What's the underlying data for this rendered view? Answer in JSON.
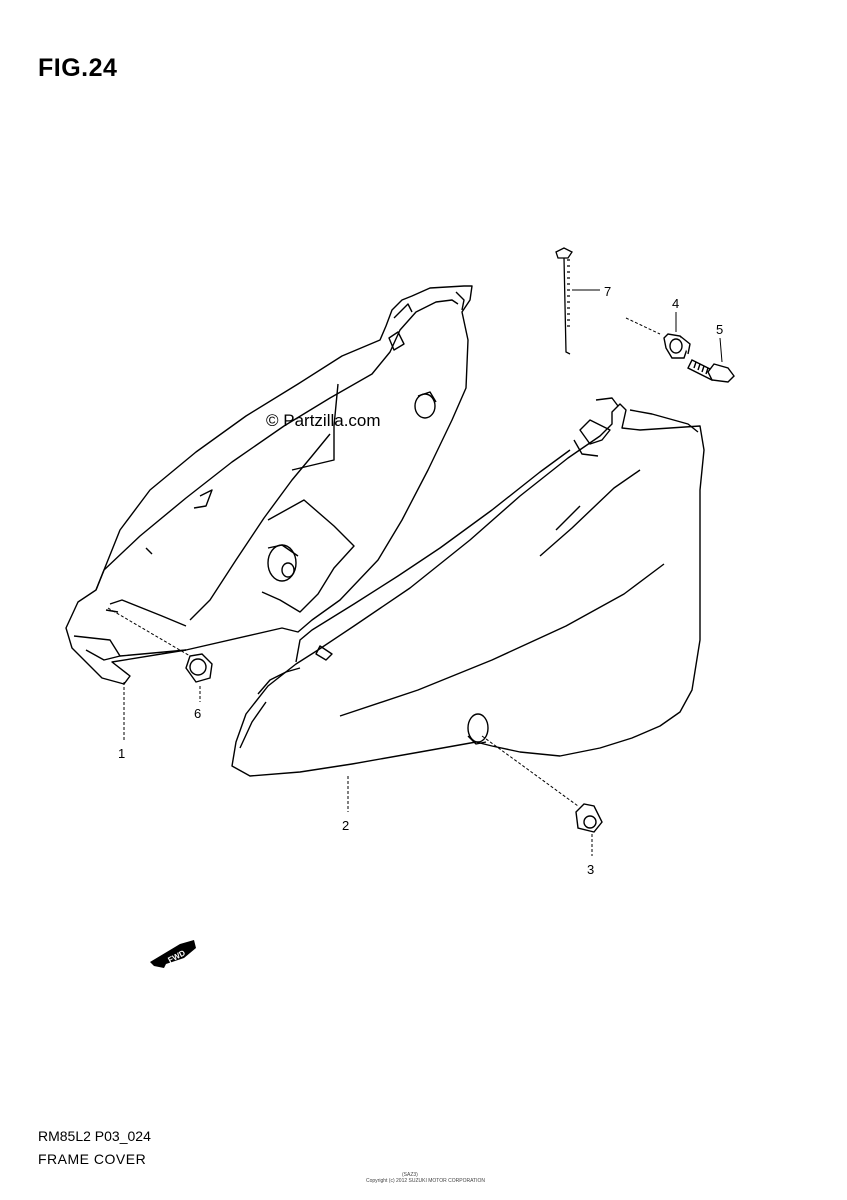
{
  "figure": {
    "title": "FIG.24",
    "watermark": "© Partzilla.com",
    "arrow_label": "FWD"
  },
  "callouts": {
    "p1": "1",
    "p2": "2",
    "p3": "3",
    "p4": "4",
    "p5": "5",
    "p6": "6",
    "p7": "7"
  },
  "footer": {
    "code": "RM85L2 P03_024",
    "name": "FRAME COVER",
    "copyright_id": "(SAZ3)",
    "copyright_line": "Copyright (c) 2012 SUZUKI MOTOR CORPORATION"
  }
}
